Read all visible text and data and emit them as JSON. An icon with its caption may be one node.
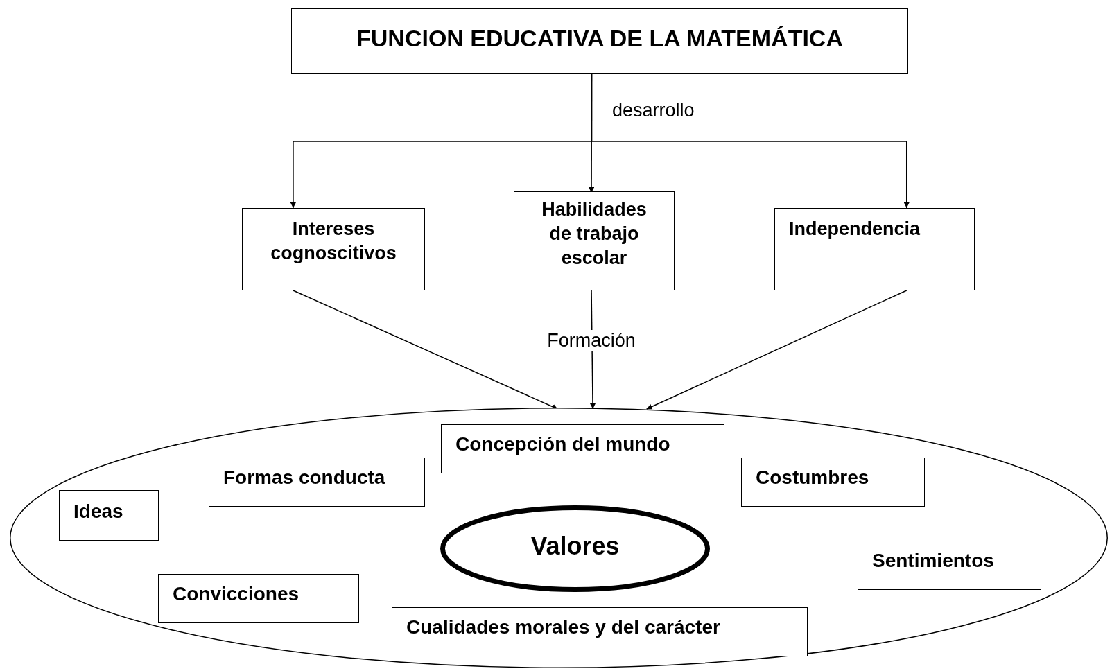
{
  "diagram": {
    "nodes": [
      {
        "text": [
          "FUNCION EDUCATIVA DE LA MATEMÁTICA"
        ]
      },
      {
        "text": [
          "Intereses cognoscitivos"
        ]
      },
      {
        "text": [
          "Habilidades de trabajo escolar"
        ]
      },
      {
        "text": [
          "Independencia"
        ]
      },
      {
        "text": [],
        "shape": "ellipse"
      },
      {
        "text": [
          "Concepción del mundo"
        ],
        "in": 4
      },
      {
        "text": [
          "Formas conducta"
        ],
        "in": 4
      },
      {
        "text": [
          "Costumbres"
        ],
        "in": 4
      },
      {
        "text": [
          "Ideas"
        ],
        "in": 4
      },
      {
        "text": [
          "Valores"
        ],
        "in": 4
      },
      {
        "text": [
          "Sentimientos"
        ],
        "in": 4
      },
      {
        "text": [
          "Convicciones"
        ],
        "in": 4
      },
      {
        "text": [
          "Cualidades morales y del carácter"
        ],
        "in": 4
      }
    ],
    "edges": [
      {
        "from": 0,
        "to": 1,
        "arrow": "to"
      },
      {
        "from": 0,
        "to": 2,
        "arrow": "to",
        "label": "desarrollo"
      },
      {
        "from": 0,
        "to": 3,
        "arrow": "to"
      },
      {
        "from": 1,
        "to": 4,
        "arrow": "to"
      },
      {
        "from": 2,
        "to": 4,
        "arrow": "to",
        "label": "Formación"
      },
      {
        "from": 3,
        "to": 4,
        "arrow": "to"
      }
    ]
  }
}
